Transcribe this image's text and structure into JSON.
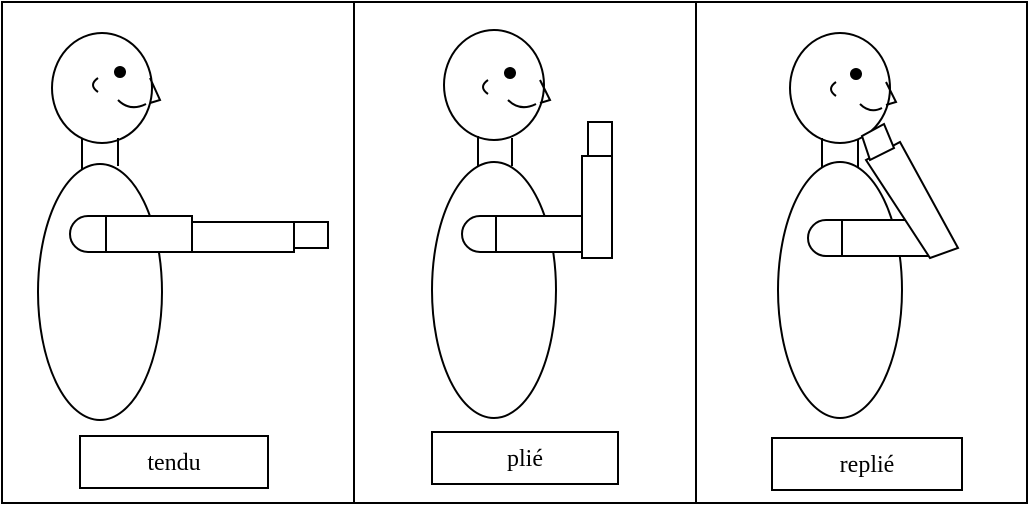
{
  "panels": [
    {
      "pose": "extended",
      "label": "tendu"
    },
    {
      "pose": "bent",
      "label": "plié"
    },
    {
      "pose": "folded",
      "label": "replié"
    }
  ],
  "colors": {
    "line": "#000000",
    "background": "#ffffff"
  }
}
